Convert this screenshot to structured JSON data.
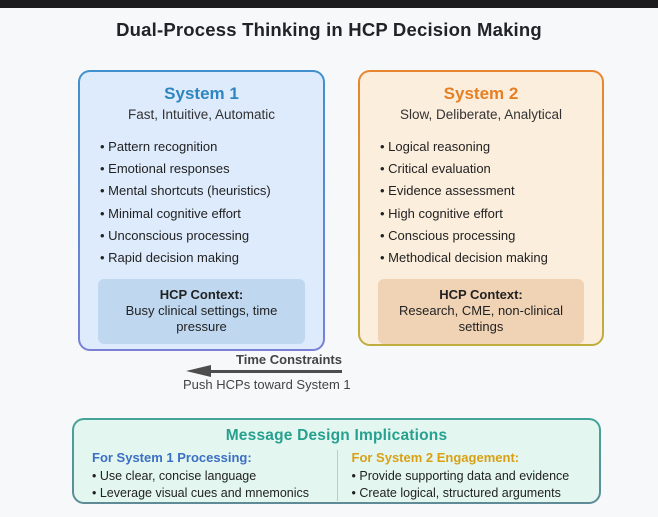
{
  "header": {
    "title": "Dual-Process Thinking in HCP Decision Making"
  },
  "system1": {
    "title": "System 1",
    "subtitle": "Fast, Intuitive, Automatic",
    "bullets": [
      "Pattern recognition",
      "Emotional responses",
      "Mental shortcuts (heuristics)",
      "Minimal cognitive effort",
      "Unconscious processing",
      "Rapid decision making"
    ],
    "context": {
      "title": "HCP Context:",
      "text": "Busy clinical settings, time pressure"
    },
    "accent_color": "#2E86C1",
    "border_top_color": "#3E91CC",
    "border_bottom_color": "#7A80D6",
    "background_color": "#DDEBFC",
    "context_background_color": "#BFD8F0"
  },
  "system2": {
    "title": "System 2",
    "subtitle": "Slow, Deliberate, Analytical",
    "bullets": [
      "Logical reasoning",
      "Critical evaluation",
      "Evidence assessment",
      "High cognitive effort",
      "Conscious processing",
      "Methodical decision making"
    ],
    "context": {
      "title": "HCP Context:",
      "text": "Research, CME, non-clinical settings"
    },
    "accent_color": "#E67E22",
    "border_top_color": "#E8862F",
    "border_bottom_color": "#BFAE3E",
    "background_color": "#FCEEDD",
    "context_background_color": "#F0D3B5"
  },
  "arrow": {
    "label": "Time Constraints",
    "sublabel": "Push HCPs toward System 1",
    "color": "#4D4D4D"
  },
  "implications": {
    "title": "Message Design Implications",
    "title_color": "#27A08F",
    "background_color": "#E3F7F0",
    "border_color": "#4A9B94",
    "columns": [
      {
        "heading": "For System 1 Processing:",
        "heading_color": "#3B6FC4",
        "bullets": [
          "Use clear, concise language",
          "Leverage visual cues and mnemonics"
        ]
      },
      {
        "heading": "For System 2 Engagement:",
        "heading_color": "#D9A016",
        "bullets": [
          "Provide supporting data and evidence",
          "Create logical, structured arguments"
        ]
      }
    ]
  }
}
